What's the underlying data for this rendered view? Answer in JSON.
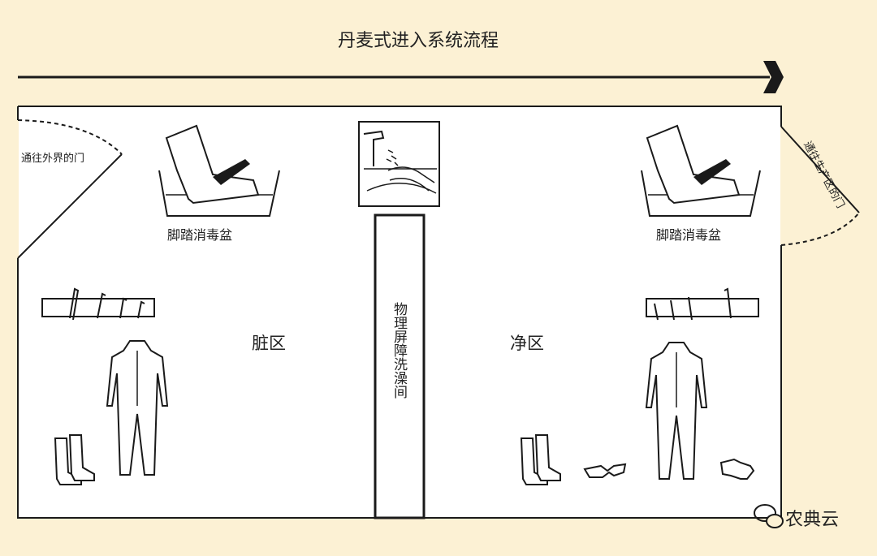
{
  "title": "丹麦式进入系统流程",
  "labels": {
    "door_outside": "通往外界的门",
    "door_production": "通往生产区的门",
    "footbath_dirty": "脚踏消毒盆",
    "footbath_clean": "脚踏消毒盆",
    "dirty_zone": "脏区",
    "clean_zone": "净区",
    "barrier_shower": "物理屏障洗澡间"
  },
  "watermark": "农典云",
  "colors": {
    "background": "#fcf1d4",
    "room_fill": "#ffffff",
    "line": "#1a1a1a"
  },
  "icons": [
    "arrow-right-icon",
    "footbath-icon",
    "handwash-icon",
    "coat-rack-icon",
    "coverall-icon",
    "boots-icon",
    "goggles-icon",
    "glove-icon",
    "wechat-icon"
  ]
}
